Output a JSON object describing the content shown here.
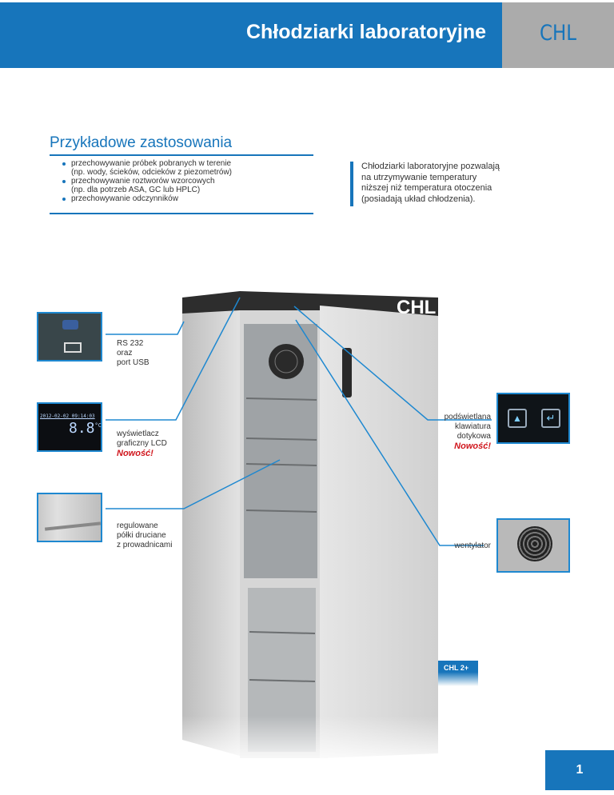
{
  "header": {
    "title": "Chłodziarki laboratoryjne",
    "code": "CHL"
  },
  "applications": {
    "title": "Przykładowe zastosowania",
    "items": [
      {
        "line1": "przechowywanie próbek pobranych w terenie",
        "line2": "(np. wody, ścieków, odcieków z piezometrów)"
      },
      {
        "line1": "przechowywanie roztworów wzorcowych",
        "line2": "(np. dla potrzeb ASA, GC lub HPLC)"
      },
      {
        "line1": "przechowywanie odczynników",
        "line2": ""
      }
    ]
  },
  "intro": "Chłodziarki laboratoryjne pozwalają na utrzymywanie temperatury niższej niż temperatura otoczenia (posiadają układ chłodzenia).",
  "features": {
    "ports": {
      "l1": "RS 232",
      "l2": "oraz",
      "l3": "port USB"
    },
    "lcd": {
      "l1": "wyświetlacz",
      "l2": "graficzny LCD",
      "new": "Nowość!",
      "date": "2012-02-02",
      "time": "09:14:03",
      "temp": "8.8",
      "unit": "°C"
    },
    "shelves": {
      "l1": "regulowane",
      "l2": "półki druciane",
      "l3": "z prowadnicami"
    },
    "keypad": {
      "l1": "podświetlana",
      "l2": "klawiatura",
      "l3": "dotykowa",
      "new": "Nowość!"
    },
    "fan": {
      "l1": "wentylator"
    }
  },
  "cabinet_logo": "CHL",
  "model_badge": "CHL 2+",
  "page_number": "1",
  "colors": {
    "brand": "#1775bb",
    "grey": "#ababab",
    "new": "#d0151c"
  }
}
